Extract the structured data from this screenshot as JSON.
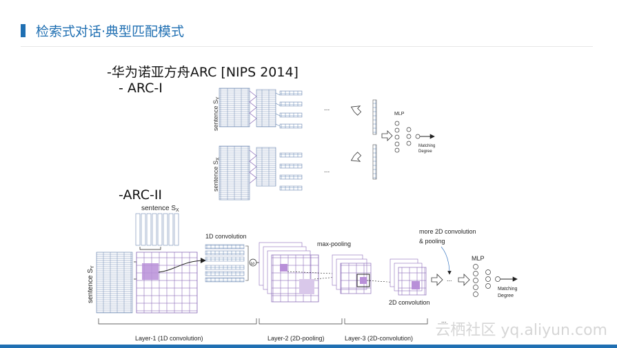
{
  "slide": {
    "title": "检索式对话·典型匹配模式",
    "arc_title": "-华为诺亚方舟ARC [NIPS 2014]",
    "arc1_heading": "- ARC-I",
    "arc2_heading": "-ARC-II",
    "watermark": "云栖社区 yq.aliyun.com"
  },
  "arc1": {
    "sentence_y": "sentence S",
    "sentence_y_sub": "Y",
    "sentence_x": "sentence S",
    "sentence_x_sub": "X",
    "ellipsis": "...",
    "mlp": "MLP",
    "matching": "Matching",
    "degree": "Degree"
  },
  "arc2": {
    "sentence_x": "sentence S",
    "sentence_x_sub": "X",
    "sentence_y": "sentence S",
    "sentence_y_sub": "Y",
    "conv1d": "1D convolution",
    "maxpool": "max-pooling",
    "more2d": "more 2D convolution",
    "pooling": "& pooling",
    "mlp": "MLP",
    "matching": "Matching",
    "degree": "Degree",
    "conv2d": "2D convolution",
    "omega": "ω",
    "ellipsis": "...",
    "layer1": "Layer-1 (1D convolution)",
    "layer2": "Layer-2 (2D-pooling)",
    "layer3": "Layer-3 (2D-convolution)",
    "layer_dots": "..."
  },
  "colors": {
    "accent": "#1f6fb2",
    "grid_blue": "#5b7fb0",
    "grid_purple": "#8a6bb8",
    "highlight": "#b88fd8"
  }
}
